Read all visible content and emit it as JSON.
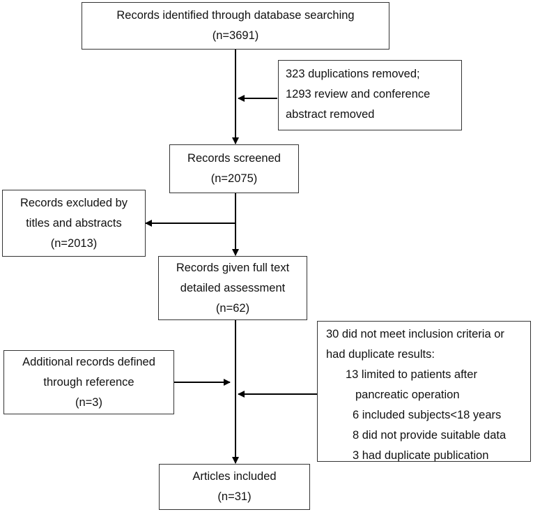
{
  "boxes": {
    "identified": {
      "line1": "Records identified through database searching",
      "line2": "(n=3691)"
    },
    "removed": {
      "line1": "323 duplications removed;",
      "line2": "1293 review and conference",
      "line3": "abstract removed"
    },
    "screened": {
      "line1": "Records screened",
      "line2": "(n=2075)"
    },
    "excluded": {
      "line1": "Records excluded by",
      "line2": "titles and abstracts",
      "line3": "(n=2013)"
    },
    "fulltext": {
      "line1": "Records given full text",
      "line2": "detailed assessment",
      "line3": "(n=62)"
    },
    "additional": {
      "line1": "Additional records defined",
      "line2": "through reference",
      "line3": "(n=3)"
    },
    "criteria": {
      "line1": "30 did not meet inclusion criteria or",
      "line2": "had duplicate results:",
      "item1a": "13  limited to patients after",
      "item1b": "pancreatic operation",
      "item2": "6 included subjects<18 years",
      "item3": "8 did not provide suitable data",
      "item4": "3 had duplicate publication"
    },
    "included": {
      "line1": "Articles included",
      "line2": "(n=31)"
    }
  }
}
